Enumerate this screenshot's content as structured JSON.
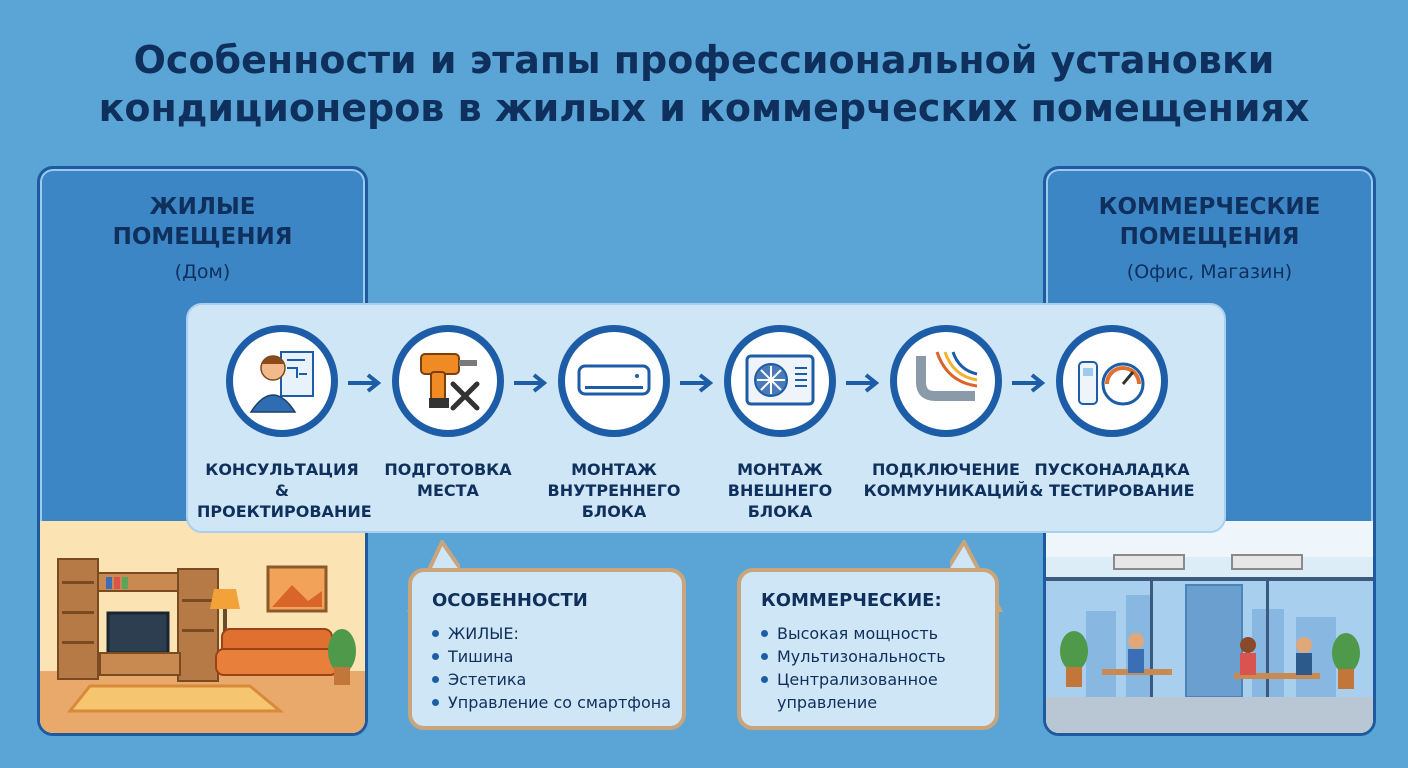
{
  "title": {
    "line1": "Особенности и этапы профессиональной установки",
    "line2": "кондиционеров в жилых и коммерческих помещениях"
  },
  "residential": {
    "heading1": "ЖИЛЫЕ",
    "heading2": "ПОМЕЩЕНИЯ",
    "subtitle": "(Дом)"
  },
  "commercial": {
    "heading1": "КОММЕРЧЕСКИЕ",
    "heading2": "ПОМЕЩЕНИЯ",
    "subtitle": "(Офис, Магазин)"
  },
  "steps": [
    {
      "line1": "КОНСУЛЬТАЦИЯ &",
      "line2": "ПРОЕКТИРОВАНИЕ",
      "line3": "",
      "icon": "consultant-icon"
    },
    {
      "line1": "ПОДГОТОВКА",
      "line2": "МЕСТА",
      "line3": "",
      "icon": "drill-tools-icon"
    },
    {
      "line1": "МОНТАЖ",
      "line2": "ВНУТРЕННЕГО",
      "line3": "БЛОКА",
      "icon": "indoor-unit-icon"
    },
    {
      "line1": "МОНТАЖ",
      "line2": "ВНЕШНЕГО",
      "line3": "БЛОКА",
      "icon": "outdoor-unit-icon"
    },
    {
      "line1": "ПОДКЛЮЧЕНИЕ",
      "line2": "КОММУНИКАЦИЙ",
      "line3": "",
      "icon": "pipes-icon"
    },
    {
      "line1": "ПУСКОНАЛАДКА",
      "line2": "& ТЕСТИРОВАНИЕ",
      "line3": "",
      "icon": "remote-gauge-icon"
    }
  ],
  "features_residential": {
    "title": "ОСОБЕННОСТИ",
    "items": [
      "ЖИЛЫЕ:",
      "Тишина",
      "Эстетика",
      "Управление со смартфона"
    ]
  },
  "features_commercial": {
    "title": "КОММЕРЧЕСКИЕ:",
    "items": [
      "Высокая мощность",
      "Мультизональность",
      "Централизованное",
      "управление"
    ]
  },
  "colors": {
    "background": "#5aa5d6",
    "panel": "#3d86c6",
    "dark_blue": "#1d5da8",
    "text": "#0f2f5c",
    "light_panel": "#cfe6f6",
    "callout_border": "#caa47a"
  }
}
